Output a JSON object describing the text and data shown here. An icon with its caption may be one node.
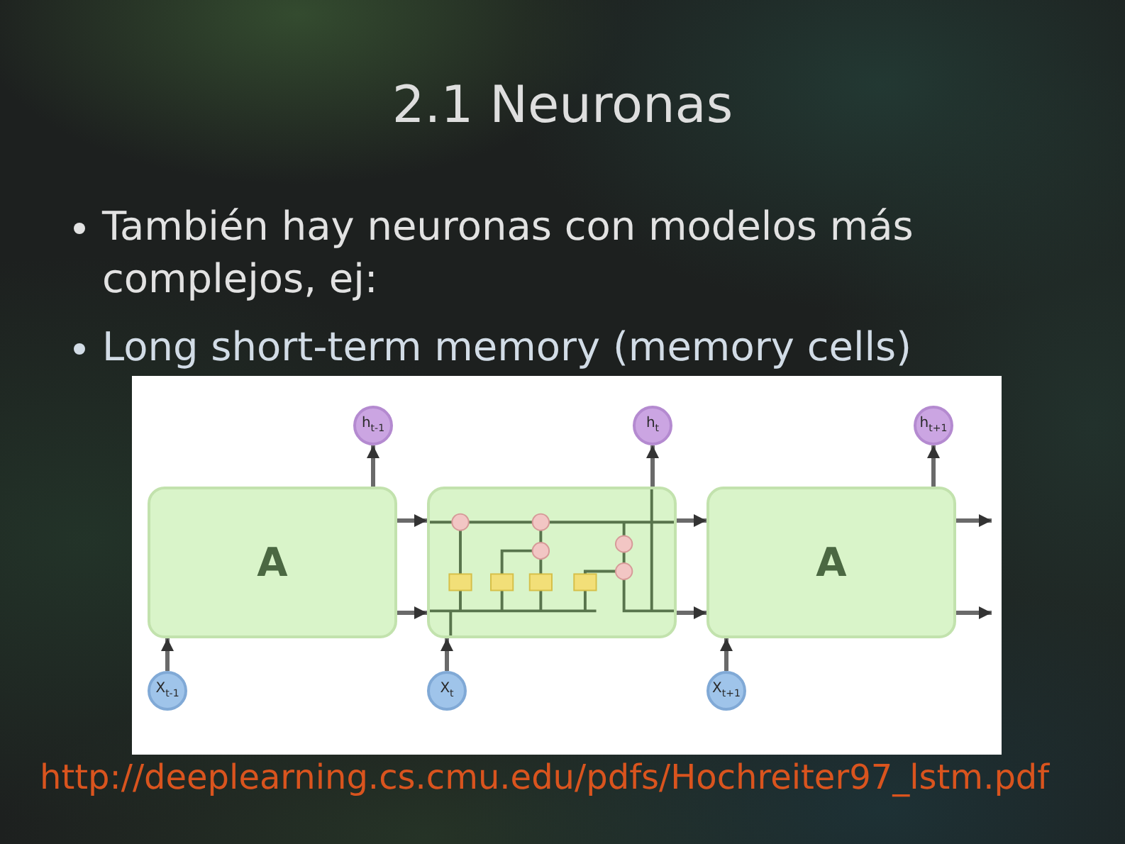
{
  "diagram": {
    "title": "2.1 Neuronas",
    "nodes": [
      {
        "text": [
          "h$_{t-1}$"
        ]
      },
      {
        "text": [
          "h$_{t}$"
        ]
      },
      {
        "text": [
          "h$_{t+1}$"
        ]
      },
      {
        "text": [
          "A"
        ]
      },
      {
        "text": [],
        "shape": "box"
      },
      {
        "text": [
          "A"
        ]
      },
      {
        "text": [
          "X$_{t-1}$"
        ]
      },
      {
        "text": [
          "X$_{t}$"
        ]
      },
      {
        "text": [
          "X$_{t+1}$"
        ]
      }
    ],
    "edges": [
      {
        "from": 6,
        "to": 3,
        "arrow": "to"
      },
      {
        "from": 3,
        "to": 0,
        "arrow": "to"
      },
      {
        "from": 7,
        "to": 4,
        "arrow": "to"
      },
      {
        "from": 4,
        "to": 1,
        "arrow": "to"
      },
      {
        "from": 8,
        "to": 5,
        "arrow": "to"
      },
      {
        "from": 5,
        "to": 2,
        "arrow": "to"
      },
      {
        "from": 3,
        "to": 4,
        "arrow": "to"
      },
      {
        "from": 3,
        "to": 4,
        "arrow": "to"
      },
      {
        "from": 4,
        "to": 5,
        "arrow": "to"
      },
      {
        "from": 4,
        "to": 5,
        "arrow": "to"
      },
      {
        "from": 5,
        "to": null,
        "arrow": "to"
      },
      {
        "from": 5,
        "to": null,
        "arrow": "to"
      }
    ],
    "labels": [
      "También hay neuronas con modelos más complejos, ej:",
      "Long short-term memory (memory cells)",
      "http://deeplearning.cs.cmu.edu/pdfs/Hochreiter97_lstm.pdf"
    ]
  }
}
